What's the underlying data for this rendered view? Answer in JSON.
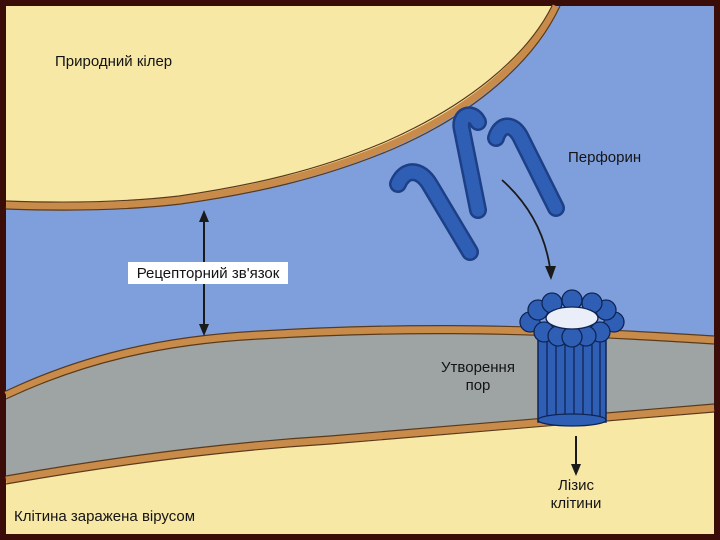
{
  "labels": {
    "natural_killer": "Природний кілер",
    "perforin": "Перфорин",
    "receptor_binding": "Рецепторний зв'язок",
    "pore_formation_line1": "Утворення",
    "pore_formation_line2": "пор",
    "cell_lysis_line1": "Лізис",
    "cell_lysis_line2": "клітини",
    "infected_cell": "Клітина заражена вірусом"
  },
  "colors": {
    "frame": "#3a0d08",
    "killer_cell": "#f7e8a6",
    "extracellular": "#7f9fdc",
    "membrane": "#c98b4a",
    "infected_cytoplasm": "#9ea3a3",
    "infected_interior": "#f7e8a6",
    "perforin": "#2f5fb5",
    "perforin_dark": "#1d3f86",
    "arrow": "#1a1a1a"
  }
}
